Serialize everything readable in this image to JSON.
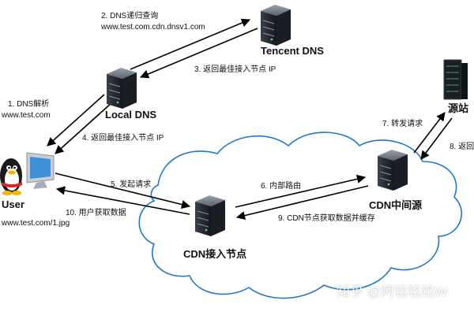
{
  "nodes": {
    "tencent_dns": "Tencent DNS",
    "local_dns": "Local DNS",
    "user": "User",
    "cdn_edge": "CDN接入节点",
    "cdn_mid": "CDN中间源",
    "origin": "源站"
  },
  "steps": {
    "s1_title": "1.   DNS解析",
    "s1_url": "www.test.com",
    "s2_title": "2. DNS递归查询",
    "s2_url": "www.test.com.cdn.dnsv1.com",
    "s3": "3. 返回最佳接入节点 IP",
    "s4": "4. 返回最佳接入节点 IP",
    "s5": "5. 发起请求",
    "s6": "6. 内部路由",
    "s7": "7. 转发请求",
    "s8": "8. 返回",
    "s9": "9. CDN节点获取数据并缓存",
    "s10": "10. 用户获取数据"
  },
  "user_url": "www.test.com/1.jpg",
  "watermark": "知乎 @阿铭铭铭W",
  "colors": {
    "cloud_fill": "#ffffff",
    "cloud_stroke": "#1f78c8",
    "arrow": "#000000",
    "server_body": "#2b3038",
    "server_top": "#6b7380"
  }
}
